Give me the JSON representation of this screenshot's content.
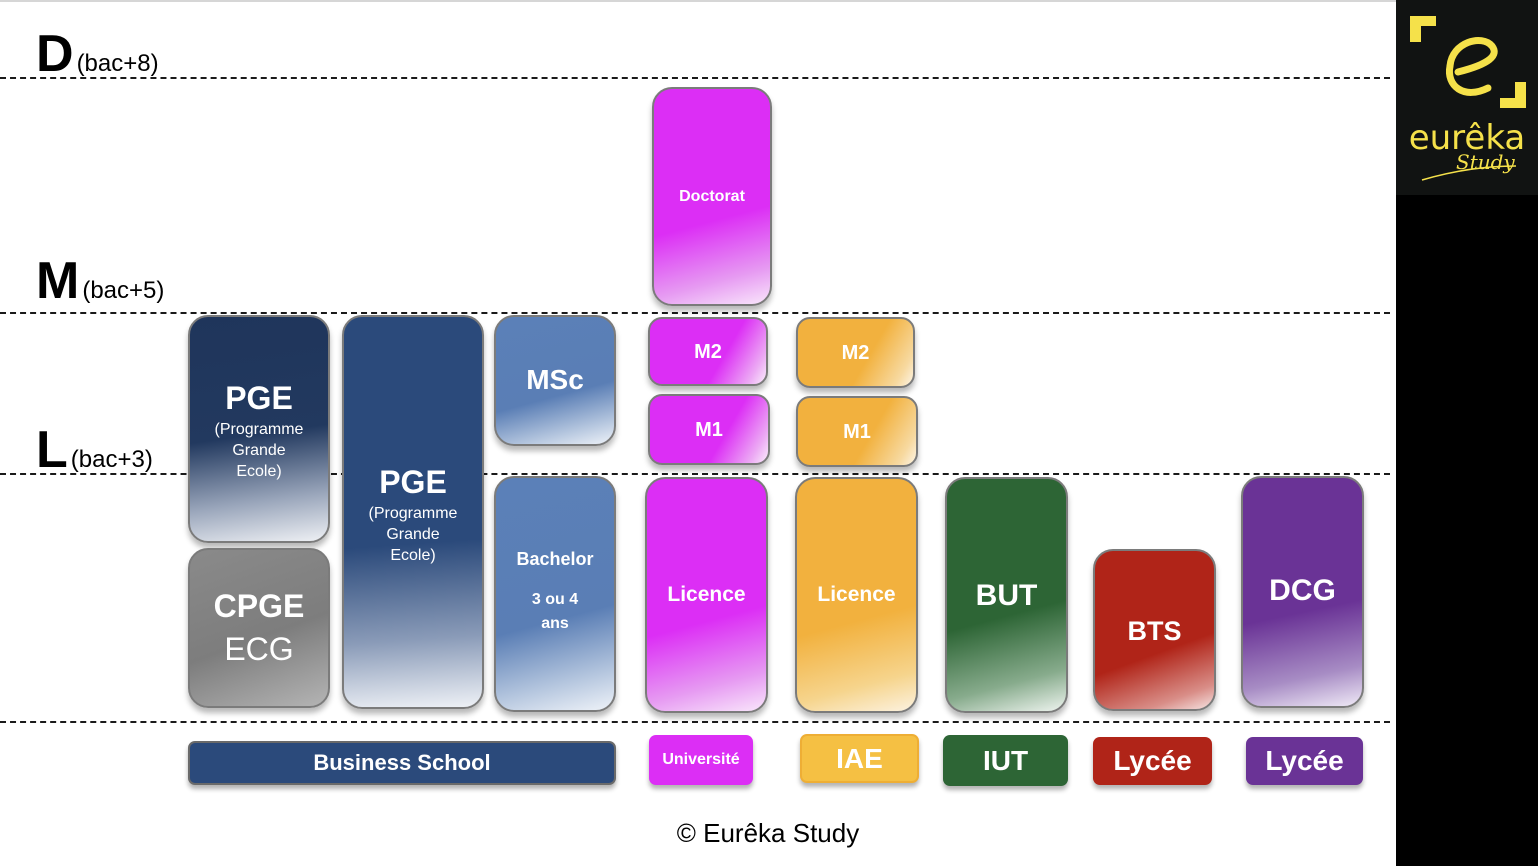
{
  "levels": [
    {
      "letter": "D",
      "note": "(bac+8)"
    },
    {
      "letter": "M",
      "note": "(bac+5)"
    },
    {
      "letter": "L",
      "note": "(bac+3)"
    }
  ],
  "programs": {
    "pge_small": {
      "title": "PGE",
      "subtitle": "(Programme Grande Ecole)"
    },
    "cpge": {
      "title": "CPGE",
      "subtitle": "ECG"
    },
    "pge_tall": {
      "title": "PGE",
      "subtitle": "(Programme Grande Ecole)"
    },
    "msc": {
      "title": "MSc"
    },
    "bachelor": {
      "title": "Bachelor",
      "subtitle": "3 ou 4 ans"
    },
    "doctorat": {
      "title": "Doctorat"
    },
    "univ_m2": {
      "title": "M2"
    },
    "univ_m1": {
      "title": "M1"
    },
    "univ_licence": {
      "title": "Licence"
    },
    "iae_m2": {
      "title": "M2"
    },
    "iae_m1": {
      "title": "M1"
    },
    "iae_licence": {
      "title": "Licence"
    },
    "but": {
      "title": "BUT"
    },
    "bts": {
      "title": "BTS"
    },
    "dcg": {
      "title": "DCG"
    }
  },
  "institutions": [
    {
      "label": "Business School",
      "color": "#2b4a7b"
    },
    {
      "label": "Université",
      "color": "#dc2ef5"
    },
    {
      "label": "IAE",
      "color": "#f5c043"
    },
    {
      "label": "IUT",
      "color": "#2d6535"
    },
    {
      "label": "Lycée",
      "color": "#b02418"
    },
    {
      "label": "Lycée",
      "color": "#6a3396"
    }
  ],
  "footer": {
    "copyright": "©  Eurêka Study"
  },
  "logo": {
    "letter": "e",
    "word": "eurêka",
    "sub": "Study",
    "color": "#f5e14a"
  }
}
